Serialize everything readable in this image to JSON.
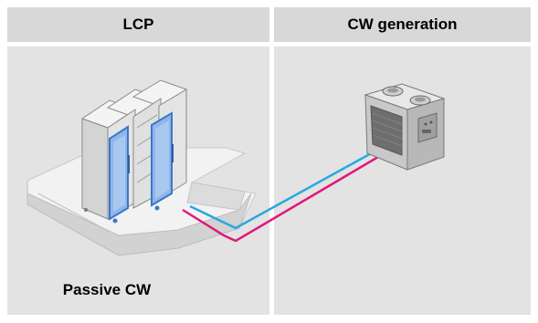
{
  "headers": {
    "left": "LCP",
    "right": "CW generation"
  },
  "labels": {
    "passive": "Passive CW"
  },
  "colors": {
    "header_bg": "#d8d8d8",
    "panel_bg": "#e3e3e3",
    "pipe_supply": "#2aa8e0",
    "pipe_return": "#e0187a",
    "door_glass": "#8fb6e8",
    "door_frame": "#3b78c8"
  },
  "icons": {
    "server": "server-rack-icon",
    "chiller": "chiller-unit-icon"
  }
}
